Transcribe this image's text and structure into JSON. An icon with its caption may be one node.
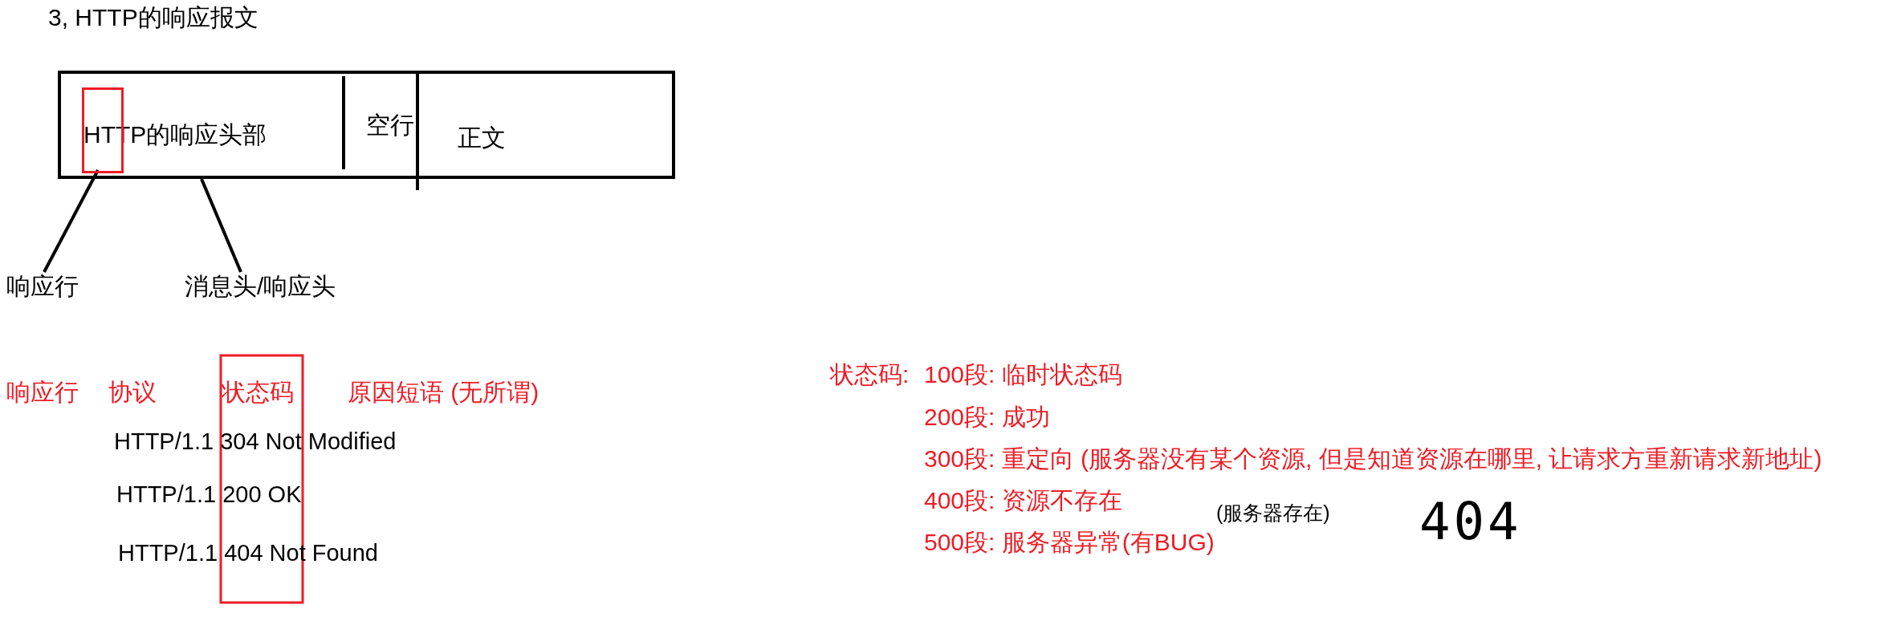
{
  "diagram": {
    "title": "3, HTTP的响应报文",
    "nodes": [
      {
        "text": [],
        "shape": "box"
      },
      {
        "text": [
          "HTTP的响应头部"
        ],
        "in": 0
      },
      {
        "text": [
          "空行"
        ],
        "in": 0
      },
      {
        "text": [
          "正文"
        ],
        "in": 0
      },
      {
        "text": [],
        "shape": "box",
        "in": 1
      },
      {
        "text": [
          "响应行"
        ]
      },
      {
        "text": [
          "消息头/响应头"
        ]
      }
    ],
    "edges": [
      {
        "from": 5,
        "to": 4,
        "arrow": "none"
      },
      {
        "from": 6,
        "to": 1,
        "arrow": "none"
      }
    ],
    "labels": [
      "响应行",
      "协议",
      "状态码",
      "原因短语 (无所谓)",
      "HTTP/1.1 304 Not Modified",
      "HTTP/1.1 200 OK",
      "HTTP/1.1 404 Not Found",
      "状态码:",
      "100段:  临时状态码",
      "200段:  成功",
      "300段: 重定向 (服务器没有某个资源, 但是知道资源在哪里, 让请求方重新请求新地址)",
      "400段: 资源不存在",
      "500段: 服务器异常(有BUG)",
      "(服务器存在)",
      "404"
    ]
  }
}
